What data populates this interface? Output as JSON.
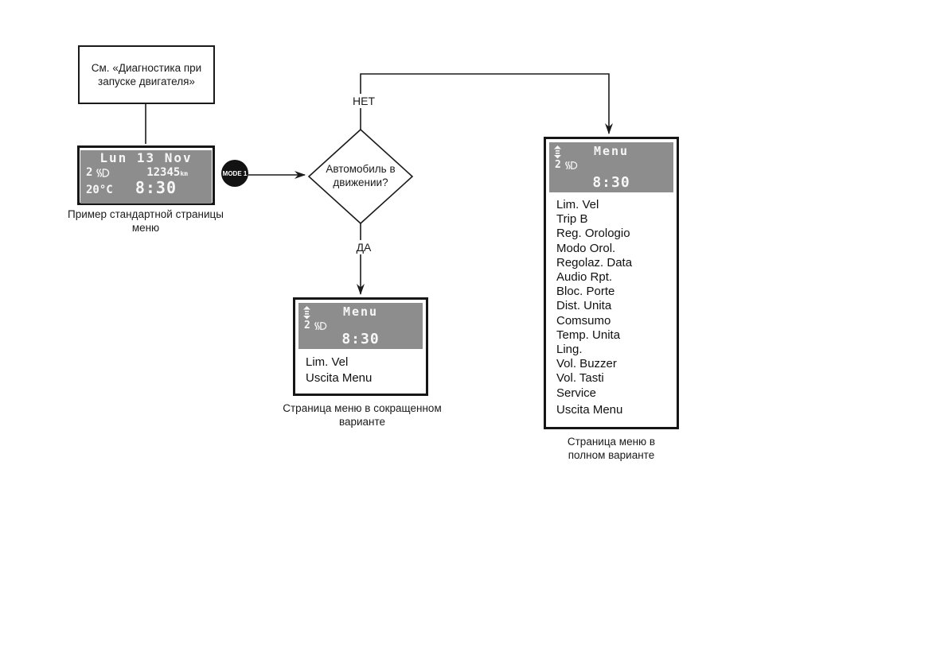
{
  "colors": {
    "screen_bg": "#8d8d8d",
    "screen_text": "#f7f7f7",
    "line": "#1a1a1a"
  },
  "ref_note": {
    "text": "См. «Диагностика при запуске двигателя»"
  },
  "mode_button": {
    "label": "MODE 1"
  },
  "decision": {
    "question": "Автомобиль в движении?",
    "no_label": "НЕТ",
    "yes_label": "ДА"
  },
  "standard_screen": {
    "date_line": "Lun 13 Nov",
    "lamp_count": "2",
    "odometer": "12345",
    "odometer_unit": "km",
    "temperature": "20°C",
    "time": "8:30",
    "caption": "Пример стандартной страницы меню"
  },
  "short_menu": {
    "title": "Menu",
    "lamp_count": "2",
    "time": "8:30",
    "items": [
      "Lim. Vel",
      "Uscita Menu"
    ],
    "caption": "Страница меню в сокращенном варианте"
  },
  "full_menu": {
    "title": "Menu",
    "lamp_count": "2",
    "time": "8:30",
    "items": [
      "Lim. Vel",
      "Trip B",
      "Reg. Orologio",
      "Modo Orol.",
      "Regolaz. Data",
      "Audio Rpt.",
      "Bloc. Porte",
      "Dist. Unita",
      "Comsumo",
      "Temp. Unita",
      "Ling.",
      "Vol. Buzzer",
      "Vol. Tasti",
      "Service",
      "Uscita Menu"
    ],
    "caption": "Страница меню в полном варианте"
  },
  "icons": {
    "scroll": "up-down-scroll",
    "headlight": "low-beam-headlight"
  }
}
